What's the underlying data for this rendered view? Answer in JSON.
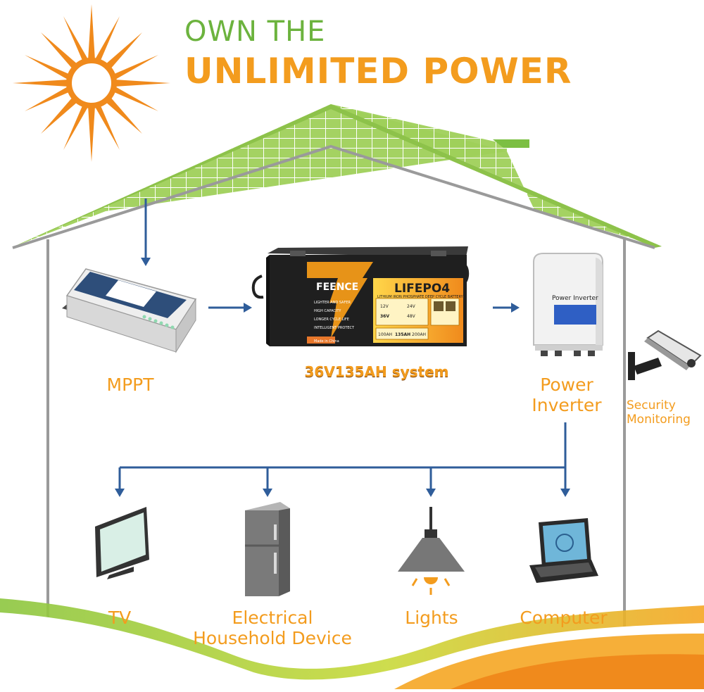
{
  "header": {
    "line1": "OWN THE",
    "line2": "UNLIMITED POWER"
  },
  "devices": {
    "mppt": "MPPT",
    "battery_system": "36V135AH system",
    "inverter_line1": "Power",
    "inverter_line2": "Inverter",
    "security_line1": "Security",
    "security_line2": "Monitoring"
  },
  "battery": {
    "brand": "FEENCE",
    "model": "LIFEPO4",
    "subtitle": "LITHIUM IRON PHOSPHATE DEEP CYCLE BATTERY",
    "features": [
      "LIGHTER AND SAFER",
      "HIGH CAPACITY",
      "LONGER CYCLE LIFE",
      "INTELLIGENT PROTECT"
    ],
    "voltages": [
      "12V",
      "24V",
      "36V",
      "48V"
    ],
    "capacities": [
      "100AH",
      "135AH",
      "200AH"
    ],
    "origin": "Made in China"
  },
  "inverter_panel_label": "Power Inverter",
  "appliances": {
    "tv": "TV",
    "electrical_line1": "Electrical",
    "electrical_line2": "Household Device",
    "lights": "Lights",
    "computer": "Computer"
  },
  "colors": {
    "headline_green": "#6cb33e",
    "headline_orange": "#f39c1e",
    "arrow_blue": "#2f5d9a",
    "house_outline": "#9a9a9a",
    "solar_green": "#7cbf43"
  }
}
